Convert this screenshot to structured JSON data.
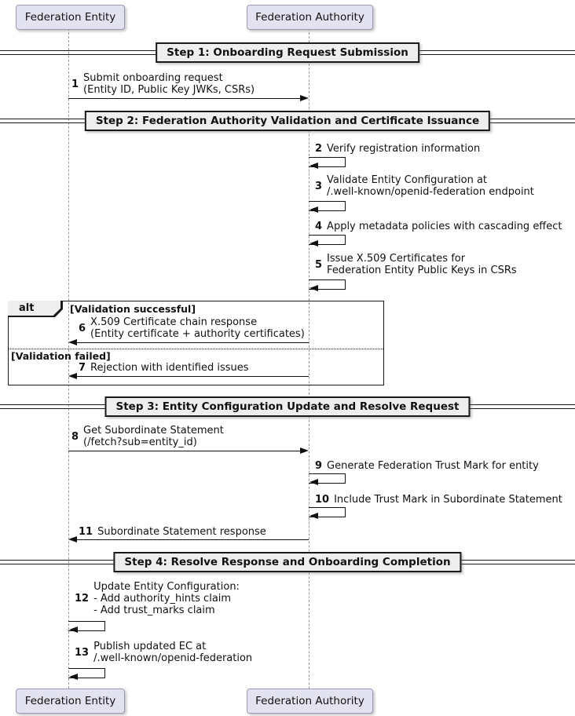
{
  "colors": {
    "participant_fill": "#E2E2F0",
    "participant_border": "#9A9AB4",
    "divider_fill": "#EEEEEE",
    "frame_border": "#1A1A1A",
    "lifeline": "#9A9A9A",
    "text": "#111111"
  },
  "participants": {
    "entity": {
      "label": "Federation Entity"
    },
    "authority": {
      "label": "Federation Authority"
    }
  },
  "dividers": {
    "step1": {
      "label": "Step 1: Onboarding Request Submission"
    },
    "step2": {
      "label": "Step 2: Federation Authority Validation and Certificate Issuance"
    },
    "step3": {
      "label": "Step 3: Entity Configuration Update and Resolve Request"
    },
    "step4": {
      "label": "Step 4: Resolve Response and Onboarding Completion"
    }
  },
  "alt_frame": {
    "operator": "alt",
    "guards": {
      "success": "[Validation successful]",
      "failed": "[Validation failed]"
    }
  },
  "messages": {
    "m1": {
      "num": "1",
      "from": "entity",
      "to": "authority",
      "lines": [
        "Submit onboarding request",
        "(Entity ID, Public Key JWKs, CSRs)"
      ]
    },
    "m2": {
      "num": "2",
      "self": "authority",
      "lines": [
        "Verify registration information"
      ]
    },
    "m3": {
      "num": "3",
      "self": "authority",
      "lines": [
        "Validate Entity Configuration at",
        "/.well-known/openid-federation endpoint"
      ]
    },
    "m4": {
      "num": "4",
      "self": "authority",
      "lines": [
        "Apply metadata policies with cascading effect"
      ]
    },
    "m5": {
      "num": "5",
      "self": "authority",
      "lines": [
        "Issue X.509 Certificates for",
        "Federation Entity Public Keys in CSRs"
      ]
    },
    "m6": {
      "num": "6",
      "from": "authority",
      "to": "entity",
      "lines": [
        "X.509 Certificate chain response",
        "(Entity certificate + authority certificates)"
      ]
    },
    "m7": {
      "num": "7",
      "from": "authority",
      "to": "entity",
      "lines": [
        "Rejection with identified issues"
      ]
    },
    "m8": {
      "num": "8",
      "from": "entity",
      "to": "authority",
      "lines": [
        "Get Subordinate Statement",
        "(/fetch?sub=entity_id)"
      ]
    },
    "m9": {
      "num": "9",
      "self": "authority",
      "lines": [
        "Generate Federation Trust Mark for entity"
      ]
    },
    "m10": {
      "num": "10",
      "self": "authority",
      "lines": [
        "Include Trust Mark in Subordinate Statement"
      ]
    },
    "m11": {
      "num": "11",
      "from": "authority",
      "to": "entity",
      "lines": [
        "Subordinate Statement response"
      ]
    },
    "m12": {
      "num": "12",
      "self": "entity",
      "lines": [
        "Update Entity Configuration:",
        "- Add authority_hints claim",
        "- Add trust_marks claim"
      ]
    },
    "m13": {
      "num": "13",
      "self": "entity",
      "lines": [
        "Publish updated EC at",
        "/.well-known/openid-federation"
      ]
    }
  }
}
